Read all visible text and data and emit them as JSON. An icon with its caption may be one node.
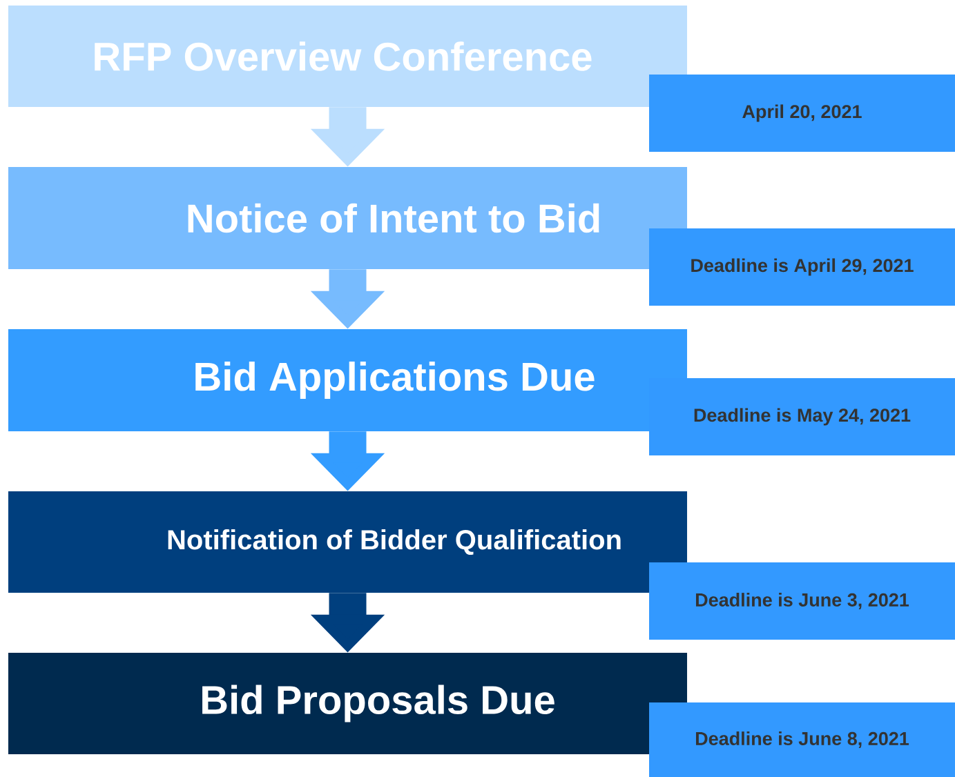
{
  "diagram": {
    "nodes": [
      {
        "text": [
          "RFP Overview Conference"
        ]
      },
      {
        "text": [
          "April 20, 2021"
        ]
      },
      {
        "text": [
          "Notice of Intent to Bid"
        ]
      },
      {
        "text": [
          "Deadline is April 29, 2021"
        ]
      },
      {
        "text": [
          "Bid Applications Due"
        ]
      },
      {
        "text": [
          "Deadline is May 24, 2021"
        ]
      },
      {
        "text": [
          "Notification of Bidder Qualification"
        ]
      },
      {
        "text": [
          "Deadline is June 3, 2021"
        ]
      },
      {
        "text": [
          "Bid Proposals Due"
        ]
      },
      {
        "text": [
          "Deadline is June 8, 2021"
        ]
      }
    ],
    "edges": [
      {
        "from": 0,
        "to": 2,
        "arrow": "to",
        "color": "#bbdefe"
      },
      {
        "from": 2,
        "to": 4,
        "arrow": "to",
        "color": "#77bbfe"
      },
      {
        "from": 4,
        "to": 6,
        "arrow": "to",
        "color": "#339cff"
      },
      {
        "from": 6,
        "to": 8,
        "arrow": "to",
        "color": "#003f7e"
      }
    ]
  }
}
